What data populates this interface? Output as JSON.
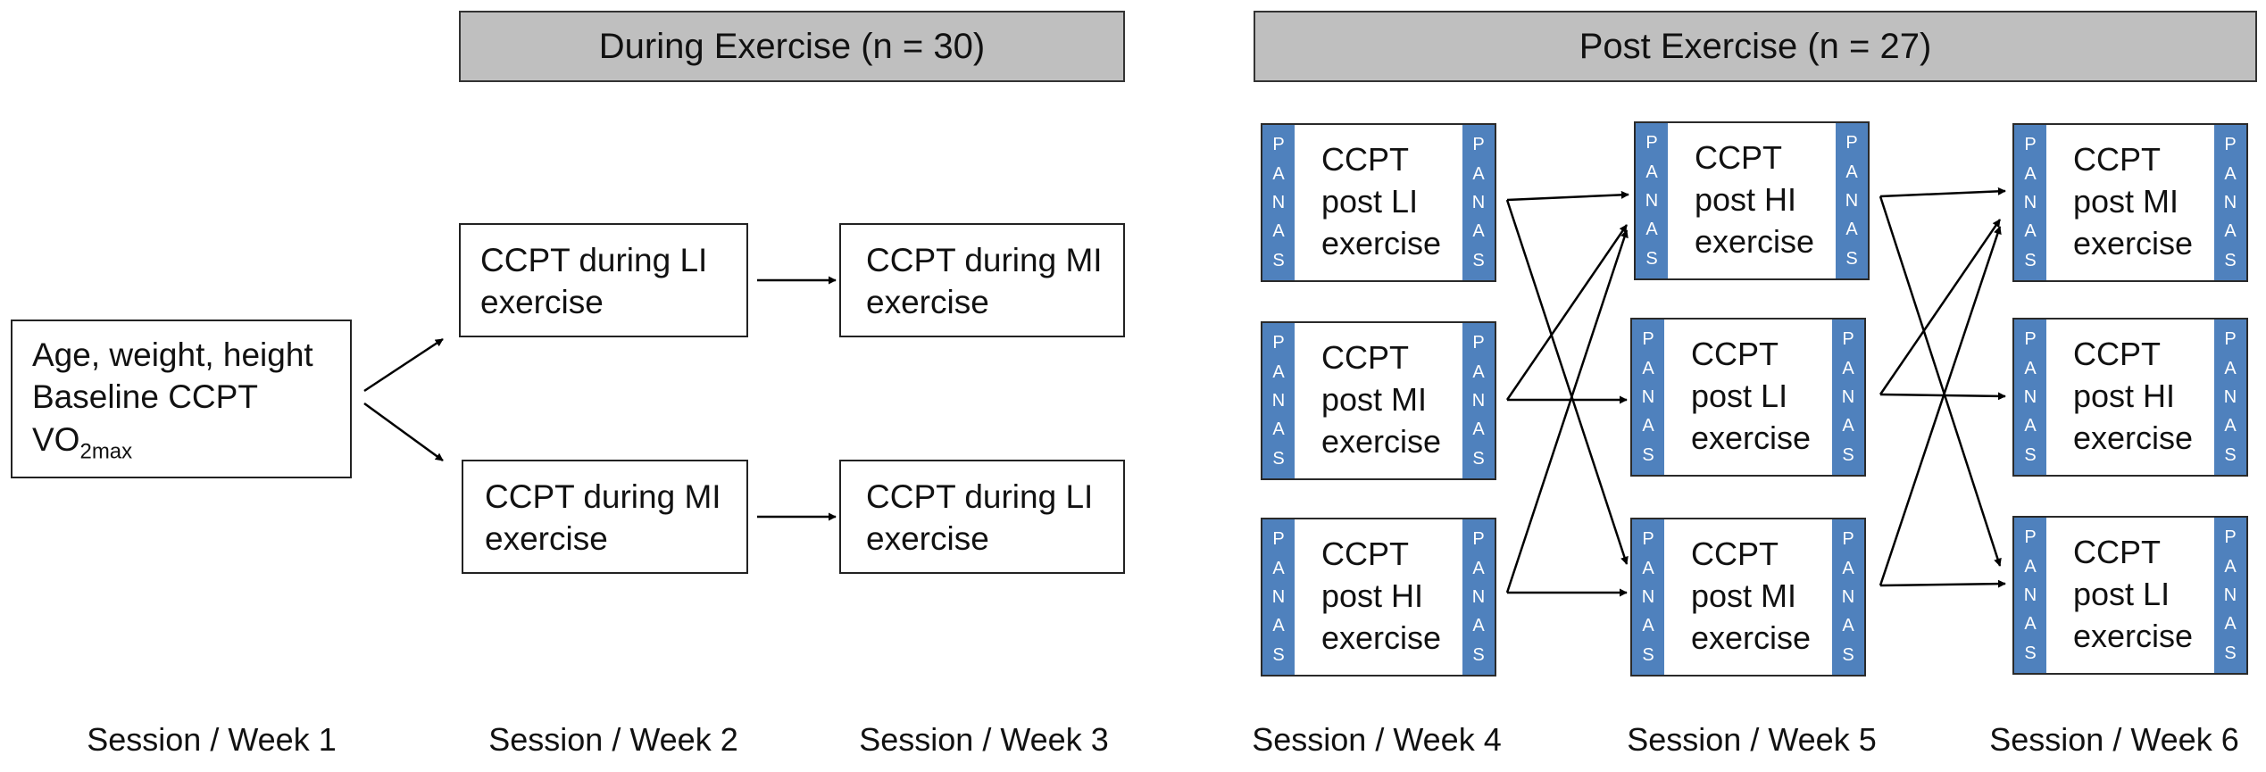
{
  "headers": {
    "during": "During Exercise (n = 30)",
    "post": "Post Exercise (n = 27)"
  },
  "baseline": {
    "line1": "Age, weight, height",
    "line2": "Baseline CCPT",
    "vo2": "VO",
    "vo2_sub": "2max"
  },
  "during_boxes": [
    {
      "line1": "CCPT during LI",
      "line2": "exercise"
    },
    {
      "line1": "CCPT during MI",
      "line2": "exercise"
    },
    {
      "line1": "CCPT during MI",
      "line2": "exercise"
    },
    {
      "line1": "CCPT during LI",
      "line2": "exercise"
    }
  ],
  "panas_letters": [
    "P",
    "A",
    "N",
    "A",
    "S"
  ],
  "post_boxes": [
    {
      "l1": "CCPT",
      "l2": "post LI",
      "l3": "exercise"
    },
    {
      "l1": "CCPT",
      "l2": "post MI",
      "l3": "exercise"
    },
    {
      "l1": "CCPT",
      "l2": "post HI",
      "l3": "exercise"
    },
    {
      "l1": "CCPT",
      "l2": "post HI",
      "l3": "exercise"
    },
    {
      "l1": "CCPT",
      "l2": "post LI",
      "l3": "exercise"
    },
    {
      "l1": "CCPT",
      "l2": "post MI",
      "l3": "exercise"
    },
    {
      "l1": "CCPT",
      "l2": "post MI",
      "l3": "exercise"
    },
    {
      "l1": "CCPT",
      "l2": "post HI",
      "l3": "exercise"
    },
    {
      "l1": "CCPT",
      "l2": "post LI",
      "l3": "exercise"
    }
  ],
  "sessions": [
    "Session / Week 1",
    "Session / Week 2",
    "Session / Week 3",
    "Session / Week 4",
    "Session / Week 5",
    "Session / Week 6"
  ]
}
